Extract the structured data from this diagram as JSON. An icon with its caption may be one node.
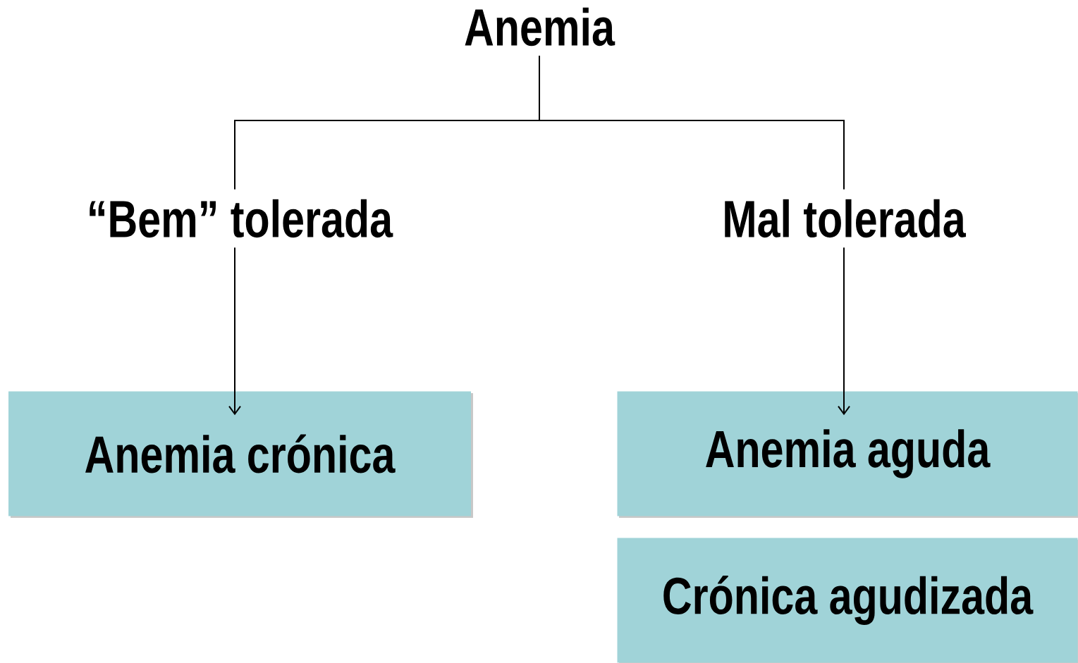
{
  "diagram": {
    "nodes": [
      {
        "text": [
          "Anemia"
        ]
      },
      {
        "text": [
          "“Bem” tolerada"
        ]
      },
      {
        "text": [
          "Mal tolerada"
        ]
      },
      {
        "text": [
          "Anemia crónica"
        ]
      },
      {
        "text": [
          "Anemia aguda"
        ]
      },
      {
        "text": [
          "Crónica agudizada"
        ]
      }
    ],
    "edges": [
      {
        "from": 0,
        "to": 1,
        "arrow": "none"
      },
      {
        "from": 0,
        "to": 2,
        "arrow": "none"
      },
      {
        "from": 1,
        "to": 3,
        "arrow": "to"
      },
      {
        "from": 2,
        "to": 4,
        "arrow": "to"
      }
    ]
  }
}
